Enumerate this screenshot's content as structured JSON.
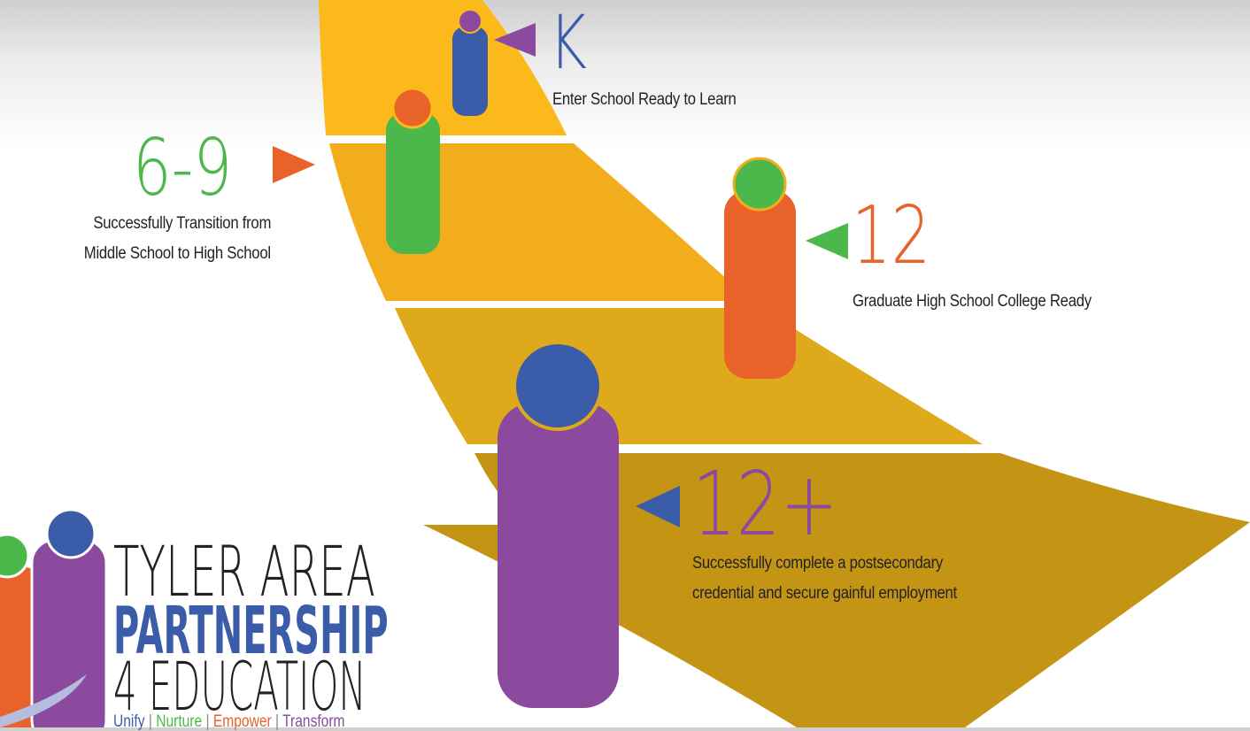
{
  "milestones": [
    {
      "label": "K",
      "description": "Enter School Ready to Learn",
      "label_color": "#3b5ca8"
    },
    {
      "label": "6-9",
      "description_line1": "Successfully Transition from",
      "description_line2": "Middle School to High School",
      "label_color": "#4cb84c"
    },
    {
      "label": "12",
      "description": "Graduate High School College Ready",
      "label_color": "#e8622a"
    },
    {
      "label": "12+",
      "description_line1": "Successfully complete a postsecondary",
      "description_line2": "credential and secure gainful employment",
      "label_color": "#8b4a9d"
    }
  ],
  "logo": {
    "line1": "TYLER AREA",
    "line2": "PARTNERSHIP",
    "line3": "4 EDUCATION",
    "tagline": [
      "Unify",
      "Nurture",
      "Empower",
      "Transform"
    ],
    "tagline_separator": "|"
  },
  "colors": {
    "blue": "#3b5ca8",
    "green": "#4cb84c",
    "orange": "#e8622a",
    "purple": "#8b4a9d",
    "band1": "#fbb91c",
    "band2": "#f0ae1a",
    "band3": "#deaa1c",
    "band4": "#c39213"
  }
}
